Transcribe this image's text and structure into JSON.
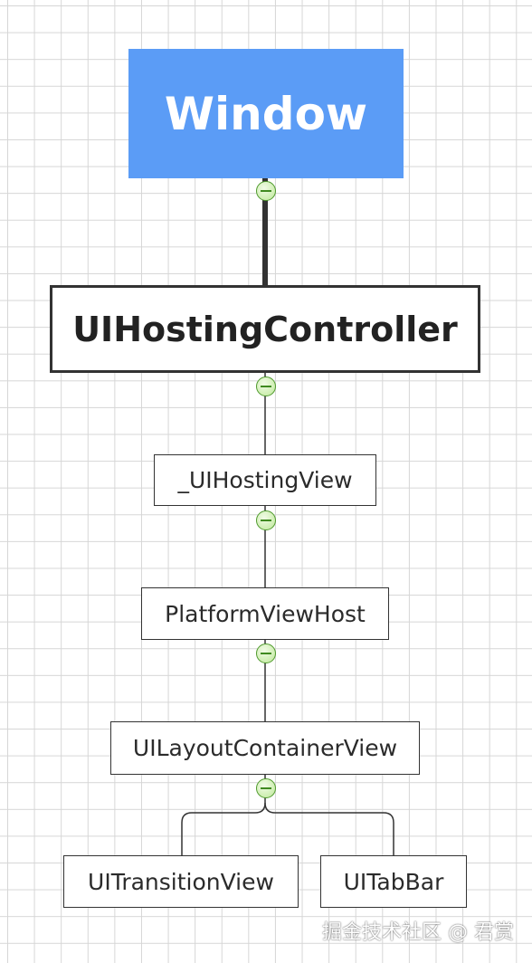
{
  "diagram": {
    "root": {
      "label": "Window",
      "fill_color": "#5b9cf6"
    },
    "level1": {
      "label": "UIHostingController"
    },
    "nodes": [
      {
        "label": "_UIHostingView"
      },
      {
        "label": "PlatformViewHost"
      },
      {
        "label": "UILayoutContainerView"
      },
      {
        "label": "UITransitionView"
      },
      {
        "label": "UITabBar"
      }
    ],
    "toggle_icon": "collapse-minus-icon",
    "toggle_color": "#4f9a2d",
    "line_color": "#333333"
  },
  "watermark": "掘金技术社区 @ 君赏"
}
